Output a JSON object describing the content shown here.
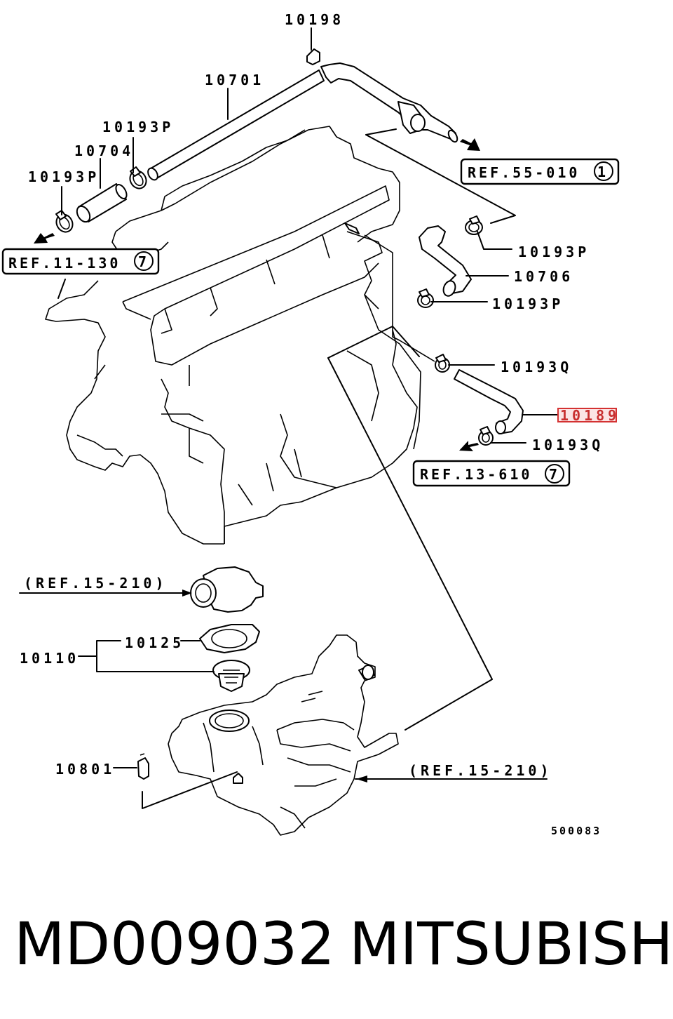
{
  "diagram": {
    "labels": {
      "p10198": "10198",
      "p10701": "10701",
      "p10193p_a": "10193P",
      "p10704": "10704",
      "p10193p_b": "10193P",
      "p10193p_c": "10193P",
      "p10706": "10706",
      "p10193p_d": "10193P",
      "p10193q_a": "10193Q",
      "p10189": "10189",
      "p10193q_b": "10193Q",
      "p10125": "10125",
      "p10110": "10110",
      "p10801": "10801",
      "ref_thermo_housing": "(REF.15-210)",
      "ref_manifold": "(REF.15-210)",
      "diagram_code": "500083"
    },
    "ref_boxes": {
      "ref_55_010": {
        "text": "REF.55-010",
        "circle": "1"
      },
      "ref_11_130": {
        "text": "REF.11-130",
        "circle": "7"
      },
      "ref_13_610": {
        "text": "REF.13-610",
        "circle": "7"
      }
    },
    "highlight_color": "#d43232"
  },
  "footer": {
    "part_number": "MD009032",
    "brand": "MITSUBISHI"
  }
}
